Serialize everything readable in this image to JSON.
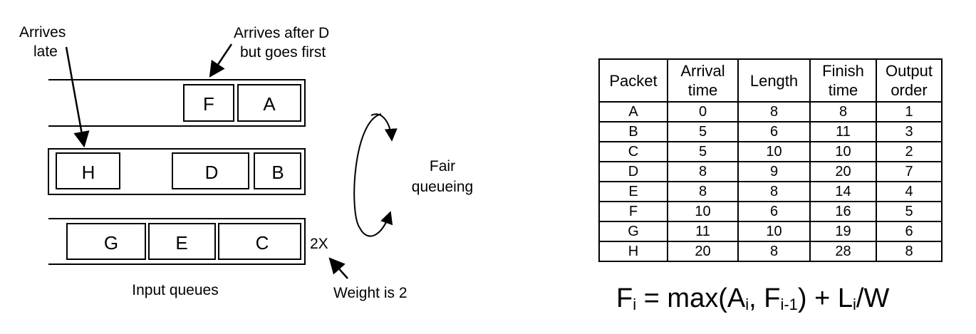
{
  "diagram": {
    "annotations": {
      "arrives_late": [
        "Arrives",
        "late"
      ],
      "arrives_after": [
        "Arrives after D",
        "but goes first"
      ],
      "fair_queueing": [
        "Fair",
        "queueing"
      ],
      "weight_tag": "2X",
      "weight_note": "Weight is 2",
      "input_queues": "Input queues"
    },
    "queues": [
      {
        "packets": [
          "F",
          "A"
        ]
      },
      {
        "packets": [
          "H",
          "D",
          "B"
        ]
      },
      {
        "packets": [
          "G",
          "E",
          "C"
        ]
      }
    ]
  },
  "table": {
    "headers": [
      [
        "Packet"
      ],
      [
        "Arrival",
        "time"
      ],
      [
        "Length"
      ],
      [
        "Finish",
        "time"
      ],
      [
        "Output",
        "order"
      ]
    ],
    "rows": [
      [
        "A",
        "0",
        "8",
        "8",
        "1"
      ],
      [
        "B",
        "5",
        "6",
        "11",
        "3"
      ],
      [
        "C",
        "5",
        "10",
        "10",
        "2"
      ],
      [
        "D",
        "8",
        "9",
        "20",
        "7"
      ],
      [
        "E",
        "8",
        "8",
        "14",
        "4"
      ],
      [
        "F",
        "10",
        "6",
        "16",
        "5"
      ],
      [
        "G",
        "11",
        "10",
        "19",
        "6"
      ],
      [
        "H",
        "20",
        "8",
        "28",
        "8"
      ]
    ]
  },
  "formula": {
    "F": "F",
    "i": "i",
    "eq": " = max(",
    "A": "A",
    "Ai": "i",
    "comma": ", ",
    "F2": "F",
    "prev": "i-1",
    "plus": ") + ",
    "L": "L",
    "Li": "i",
    "tail": "/W"
  }
}
